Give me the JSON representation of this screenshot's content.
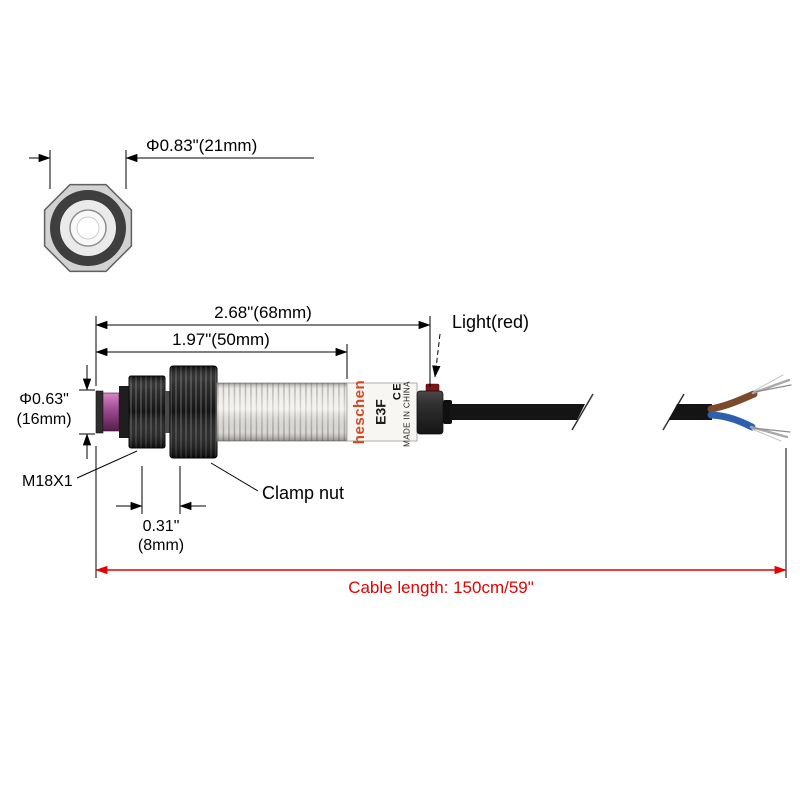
{
  "front_view": {
    "diameter_dim": "Φ0.83\"(21mm)"
  },
  "dimensions": {
    "total_length": "2.68\"(68mm)",
    "thread_length": "1.97\"(50mm)",
    "lens_diameter_line1": "Φ0.63\"",
    "lens_diameter_line2": "(16mm)",
    "nut_width_line1": "0.31\"",
    "nut_width_line2": "(8mm)",
    "cable_length": "Cable length: 150cm/59\""
  },
  "labels": {
    "light": "Light(red)",
    "thread": "M18X1",
    "clamp_nut": "Clamp nut"
  },
  "sensor_markings": {
    "brand": "heschen",
    "model": "E3F",
    "origin": "MADE IN CHINA",
    "ce_mark": "CE"
  },
  "colors": {
    "dimension_red": "#e80000",
    "brand_orange": "#d6491f",
    "lens_purple": "#a14f92",
    "wire_brown": "#7a4a2b",
    "wire_blue": "#2e5fae"
  }
}
